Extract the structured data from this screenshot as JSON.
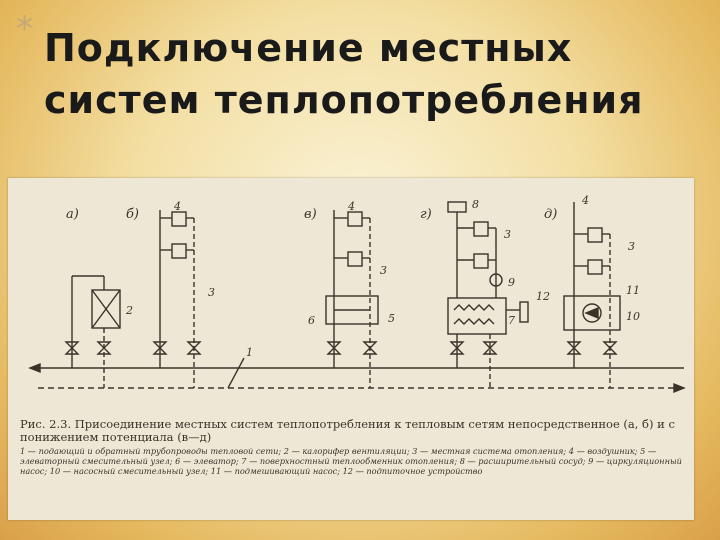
{
  "slide": {
    "bullet": "*",
    "title_line1": "Подключение местных",
    "title_line2": "систем теплопотребления"
  },
  "figure": {
    "scheme_labels": [
      "а)",
      "б)",
      "в)",
      "г)",
      "д)"
    ],
    "item_numbers": [
      "1",
      "2",
      "3",
      "4",
      "5",
      "6",
      "7",
      "8",
      "9",
      "10",
      "11",
      "12"
    ],
    "caption_main": "Рис. 2.3. Присоединение местных систем теплопотребления к тепловым сетям непосредственное (а, б) и с понижением потенциала (в—д)",
    "caption_legend": "1 — подающий и обратный трубопроводы тепловой сети; 2 — калорифер вентиляции; 3 — местная система отопления; 4 — воздушник; 5 — элеваторный смесительный узел; 6 — элеватор; 7 — поверхностный теплообменник отопления; 8 — расширительный сосуд; 9 — циркуляционный насос; 10 — насосный смесительный узел; 11 — подмешивающий насос; 12 — подпиточное устройство"
  }
}
